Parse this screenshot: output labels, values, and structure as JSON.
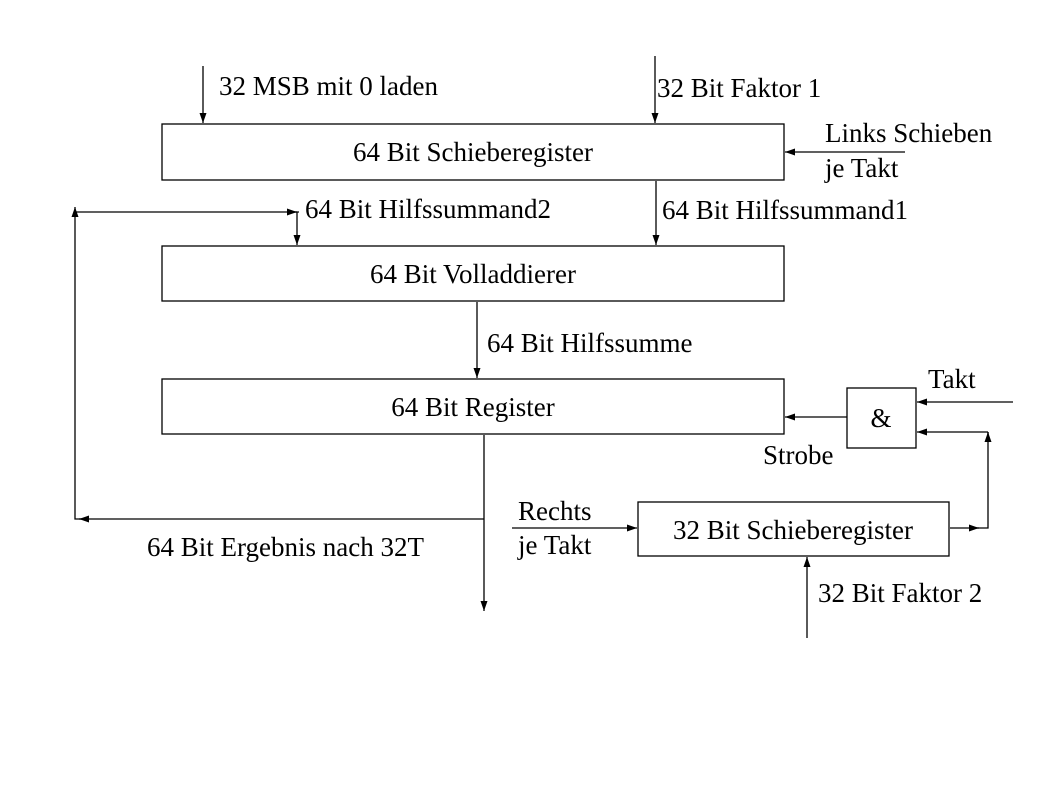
{
  "blocks": {
    "shift_register_64": "64 Bit Schieberegister",
    "full_adder_64": "64 Bit Volladdierer",
    "register_64": "64 Bit Register",
    "shift_register_32": "32 Bit Schieberegister",
    "and_gate": "&"
  },
  "labels": {
    "msb_load": "32 MSB mit 0 laden",
    "factor1": "32 Bit  Faktor 1",
    "shift_left_line1": "Links Schieben",
    "shift_left_line2": "je Takt",
    "summand2": "64 Bit Hilfssummand2",
    "summand1": "64 Bit Hilfssummand1",
    "partial_sum": "64 Bit Hilfssumme",
    "clock": "Takt",
    "strobe": "Strobe",
    "shift_right_line1": "Rechts",
    "shift_right_line2": "je Takt",
    "result": "64 Bit Ergebnis nach 32T",
    "factor2": "32 Bit  Faktor 2"
  }
}
